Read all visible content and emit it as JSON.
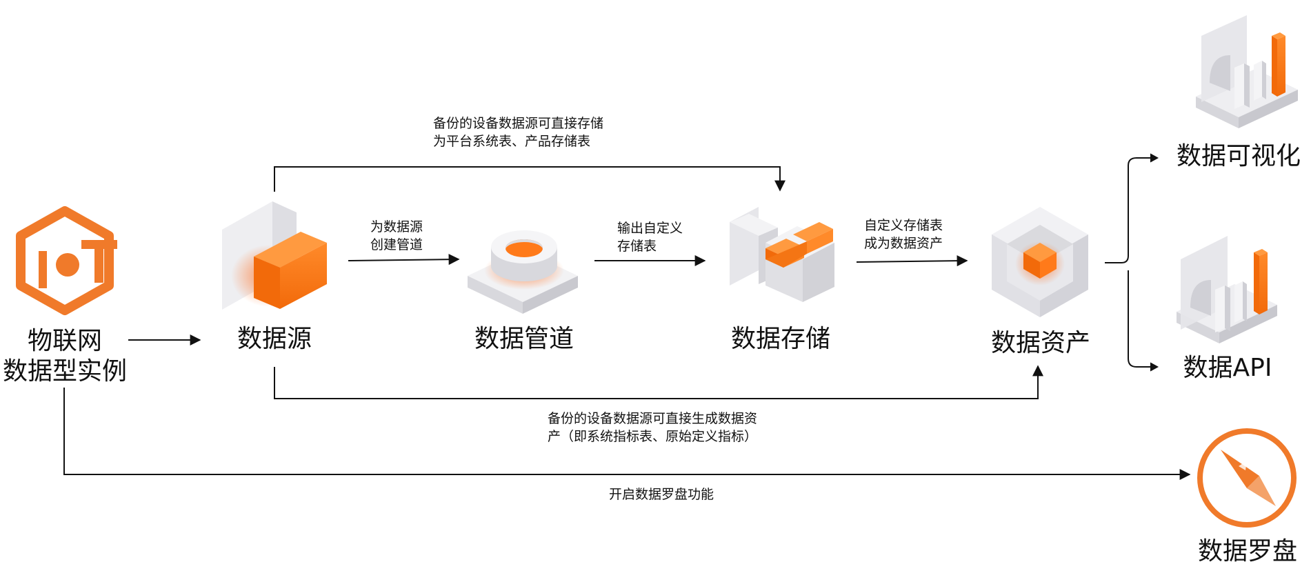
{
  "colors": {
    "accent": "#ff7a1a",
    "accent_dark": "#e8650e",
    "line": "#111111",
    "gray": "#e4e4e8"
  },
  "nodes": {
    "iot": {
      "line1": "物联网",
      "line2": "数据型实例",
      "icon": "iot-logo-icon"
    },
    "source": {
      "label": "数据源",
      "icon": "data-source-icon"
    },
    "pipeline": {
      "label": "数据管道",
      "icon": "data-pipeline-icon"
    },
    "storage": {
      "label": "数据存储",
      "icon": "data-storage-icon"
    },
    "asset": {
      "label": "数据资产",
      "icon": "data-asset-icon"
    },
    "visual": {
      "label": "数据可视化",
      "icon": "data-visualization-icon"
    },
    "api": {
      "label": "数据API",
      "icon": "data-api-icon"
    },
    "compass": {
      "label": "数据罗盘",
      "icon": "compass-icon"
    }
  },
  "edges": {
    "source_pipeline": {
      "line1": "为数据源",
      "line2": "创建管道"
    },
    "pipeline_storage": {
      "line1": "输出自定义",
      "line2": "存储表"
    },
    "storage_asset": {
      "line1": "自定义存储表",
      "line2": "成为数据资产"
    },
    "source_storage": {
      "line1": "备份的设备数据源可直接存储",
      "line2": "为平台系统表、产品存储表"
    },
    "source_asset": {
      "line1": "备份的设备数据源可直接生成数据资",
      "line2": "产（即系统指标表、原始定义指标）"
    },
    "iot_compass": {
      "line1": "开启数据罗盘功能"
    }
  }
}
